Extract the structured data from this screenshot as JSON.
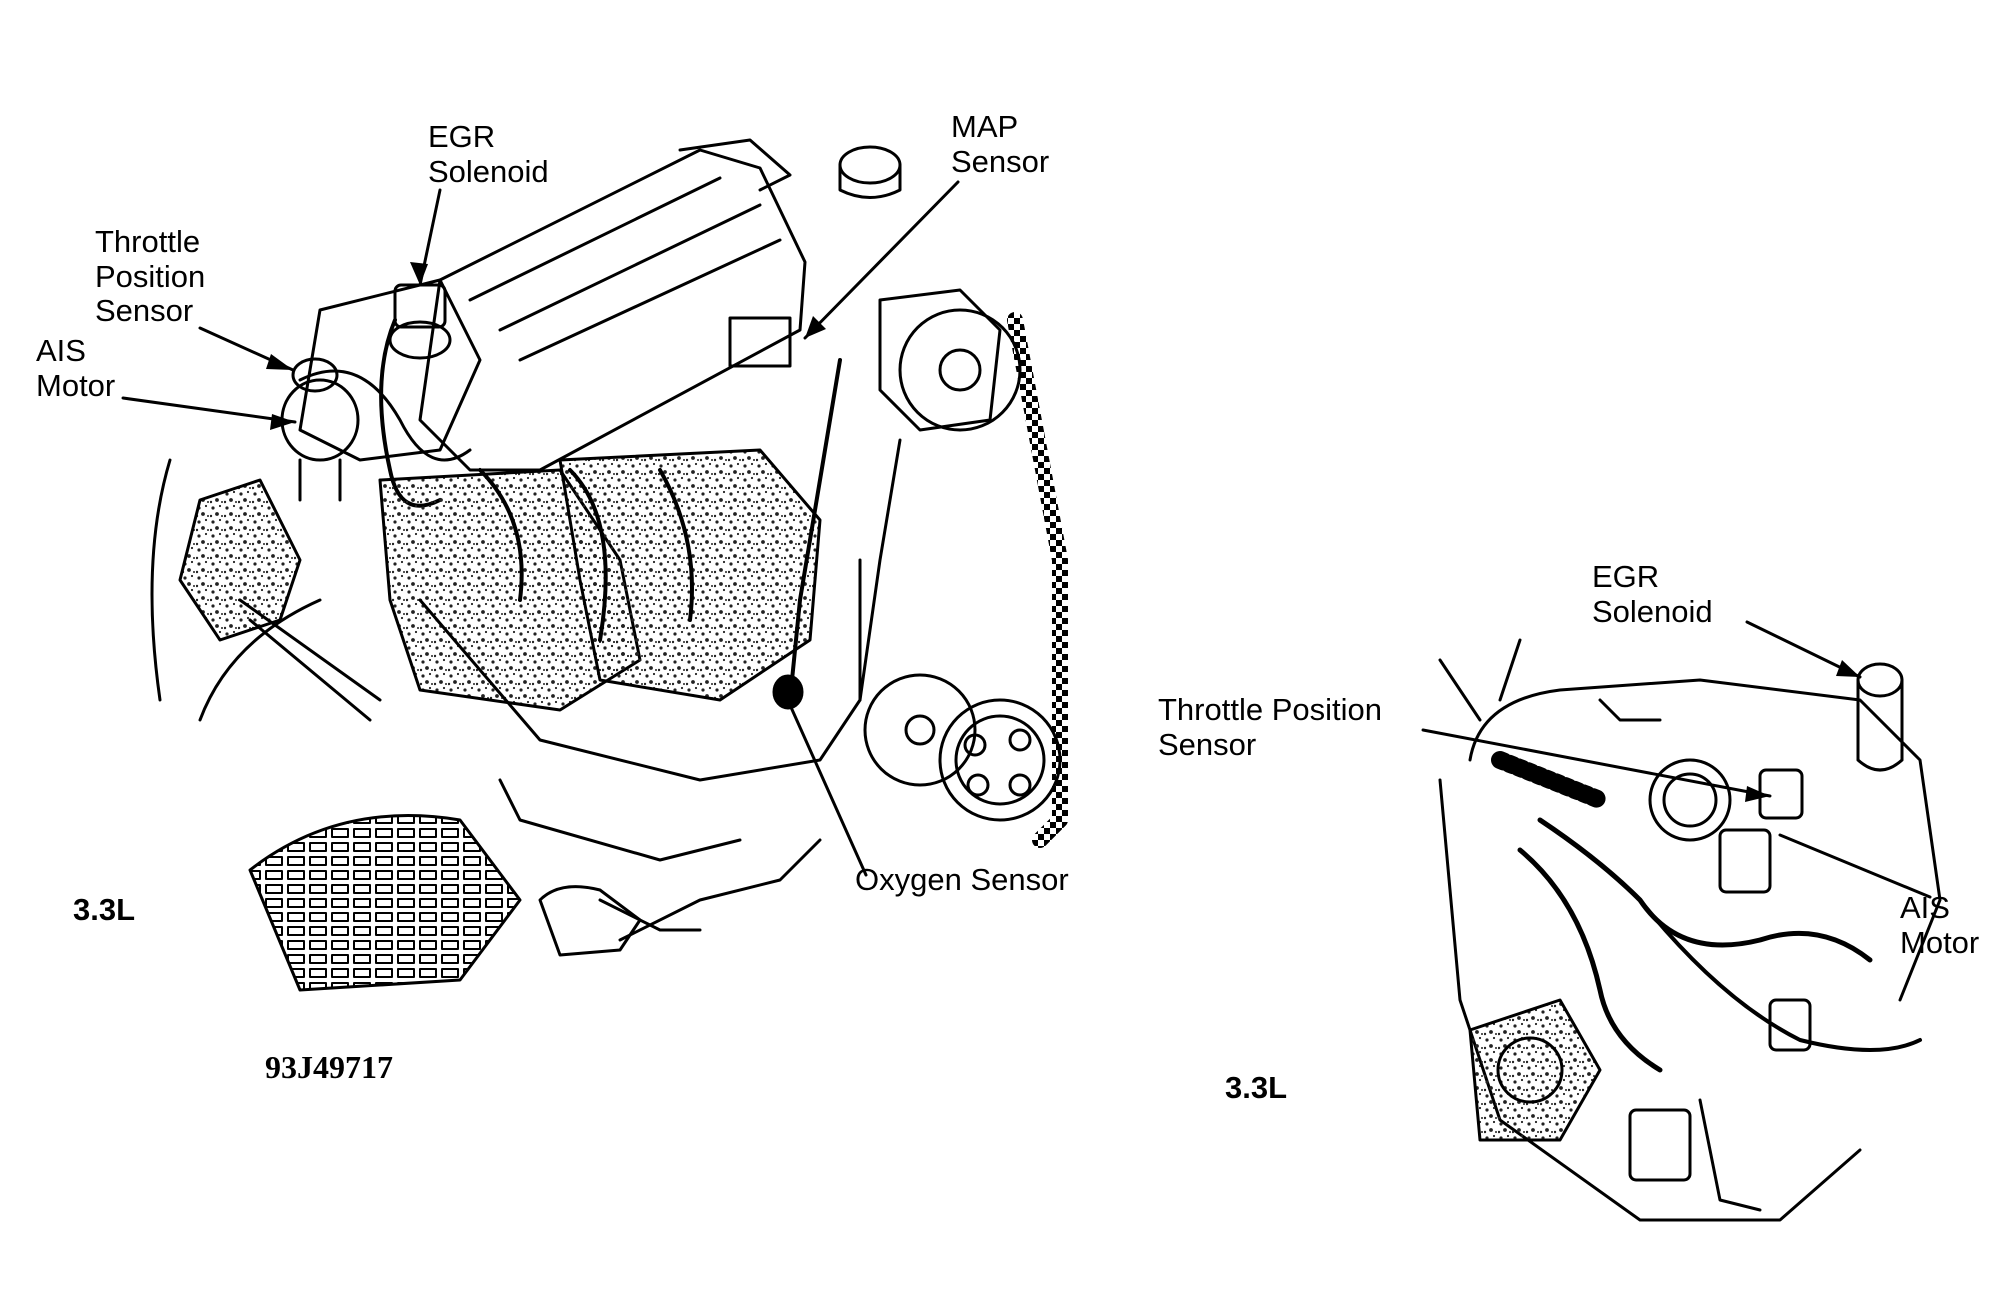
{
  "left_figure": {
    "callouts": {
      "egr_solenoid": "EGR\nSolenoid",
      "map_sensor": "MAP\nSensor",
      "throttle_position_sensor": "Throttle\nPosition\nSensor",
      "ais_motor": "AIS\nMotor",
      "oxygen_sensor": "Oxygen Sensor"
    },
    "engine_label": "3.3L",
    "figure_id": "93J49717"
  },
  "right_figure": {
    "callouts": {
      "egr_solenoid": "EGR\nSolenoid",
      "throttle_position_sensor": "Throttle Position\nSensor",
      "ais_motor": "AIS\nMotor"
    },
    "engine_label": "3.3L"
  },
  "colors": {
    "ink": "#000000",
    "paper": "#ffffff",
    "stipple": "#3a3a3a"
  }
}
